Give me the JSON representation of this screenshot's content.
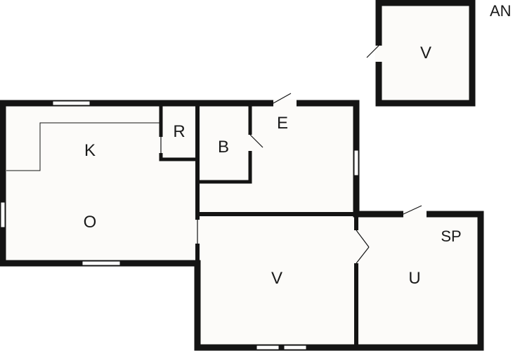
{
  "plan": {
    "rooms": {
      "kitchen": "K",
      "living": "O",
      "closet": "R",
      "bath": "B",
      "entry": "E",
      "bedroom": "V",
      "utility": "U",
      "annex_bedroom": "V"
    },
    "notes": {
      "annex": "AN",
      "sp": "SP"
    }
  },
  "colors": {
    "wall": "#141414",
    "floor": "#fcfbf9",
    "background": "#ffffff"
  }
}
